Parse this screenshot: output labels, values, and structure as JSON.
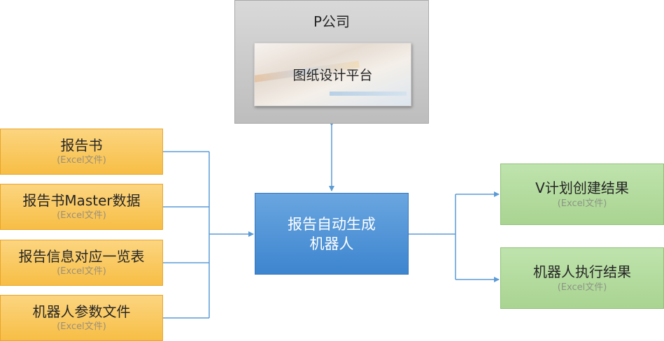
{
  "company": {
    "title": "P公司",
    "platform_label": "图纸设计平台"
  },
  "center": {
    "line1": "报告自动生成",
    "line2": "机器人"
  },
  "inputs": [
    {
      "title": "报告书",
      "sub": "(Excel文件)"
    },
    {
      "title": "报告书Master数据",
      "sub": "(Excel文件)"
    },
    {
      "title": "报告信息对应一览表",
      "sub": "(Excel文件)"
    },
    {
      "title": "机器人参数文件",
      "sub": "(Excel文件)"
    }
  ],
  "outputs": [
    {
      "title": "V计划创建结果",
      "sub": "(Excel文件)"
    },
    {
      "title": "机器人执行结果",
      "sub": "(Excel文件)"
    }
  ],
  "colors": {
    "input_fill": "#f7be45",
    "output_fill": "#a9d491",
    "center_fill": "#3d85cf",
    "company_fill": "#bdbdbd",
    "connector": "#5b9bd5"
  }
}
